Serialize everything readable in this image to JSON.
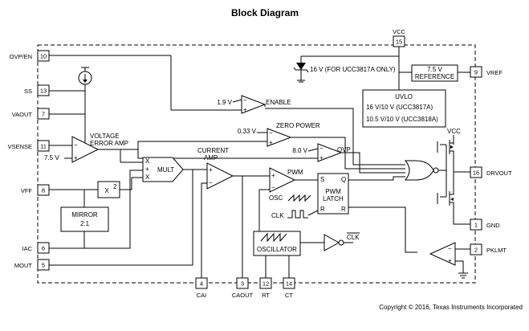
{
  "title": "Block Diagram",
  "copyright": "Copyright © 2016, Texas Instruments Incorporated",
  "pins": {
    "vcc": {
      "num": "15",
      "name": "VCC"
    },
    "ovp_en": {
      "num": "10",
      "name": "OVP/EN"
    },
    "ss": {
      "num": "13",
      "name": "SS"
    },
    "vaout": {
      "num": "7",
      "name": "VAOUT"
    },
    "vsense": {
      "num": "11",
      "name": "VSENSE"
    },
    "vff": {
      "num": "8",
      "name": "VFF"
    },
    "iac": {
      "num": "6",
      "name": "IAC"
    },
    "mout": {
      "num": "5",
      "name": "MOUT"
    },
    "vref": {
      "num": "9",
      "name": "VREF"
    },
    "drvout": {
      "num": "16",
      "name": "DRVOUT"
    },
    "gnd": {
      "num": "1",
      "name": "GND"
    },
    "pklmt": {
      "num": "2",
      "name": "PKLMT"
    },
    "cai": {
      "num": "4",
      "name": "CAI"
    },
    "caout": {
      "num": "3",
      "name": "CAOUT"
    },
    "rt": {
      "num": "12",
      "name": "RT"
    },
    "ct": {
      "num": "14",
      "name": "CT"
    }
  },
  "labels": {
    "zener": "16 V (FOR UCC3817A ONLY)",
    "vref_box": [
      "7.5 V",
      "REFERENCE"
    ],
    "uvlo": [
      "UVLO",
      "16 V/10 V (UCC3817A)",
      "10.5 V/10 V (UCC3818A)"
    ],
    "v19": "1.9 V",
    "enable": "ENABLE",
    "v033": "0.33 V",
    "zero_power": "ZERO POWER",
    "v80": "8.0 V",
    "ovp": "OVP",
    "vea": [
      "VOLTAGE",
      "ERROR AMP"
    ],
    "v75": "7.5 V",
    "current_amp": [
      "CURRENT",
      "AMP"
    ],
    "mult": "MULT",
    "mult_x": "X",
    "mult_plus": "+",
    "x2": "X",
    "x2_sup": "2",
    "mirror": [
      "MIRROR",
      "2:1"
    ],
    "pwm": "PWM",
    "latch": [
      "PWM",
      "LATCH"
    ],
    "latch_s": "S",
    "latch_q": "Q",
    "latch_r1": "R",
    "latch_r2": "R",
    "osc": "OSC",
    "clk": "CLK",
    "oscillator": "OSCILLATOR",
    "clk_bar": "CLK",
    "vcc_inner": "VCC"
  }
}
